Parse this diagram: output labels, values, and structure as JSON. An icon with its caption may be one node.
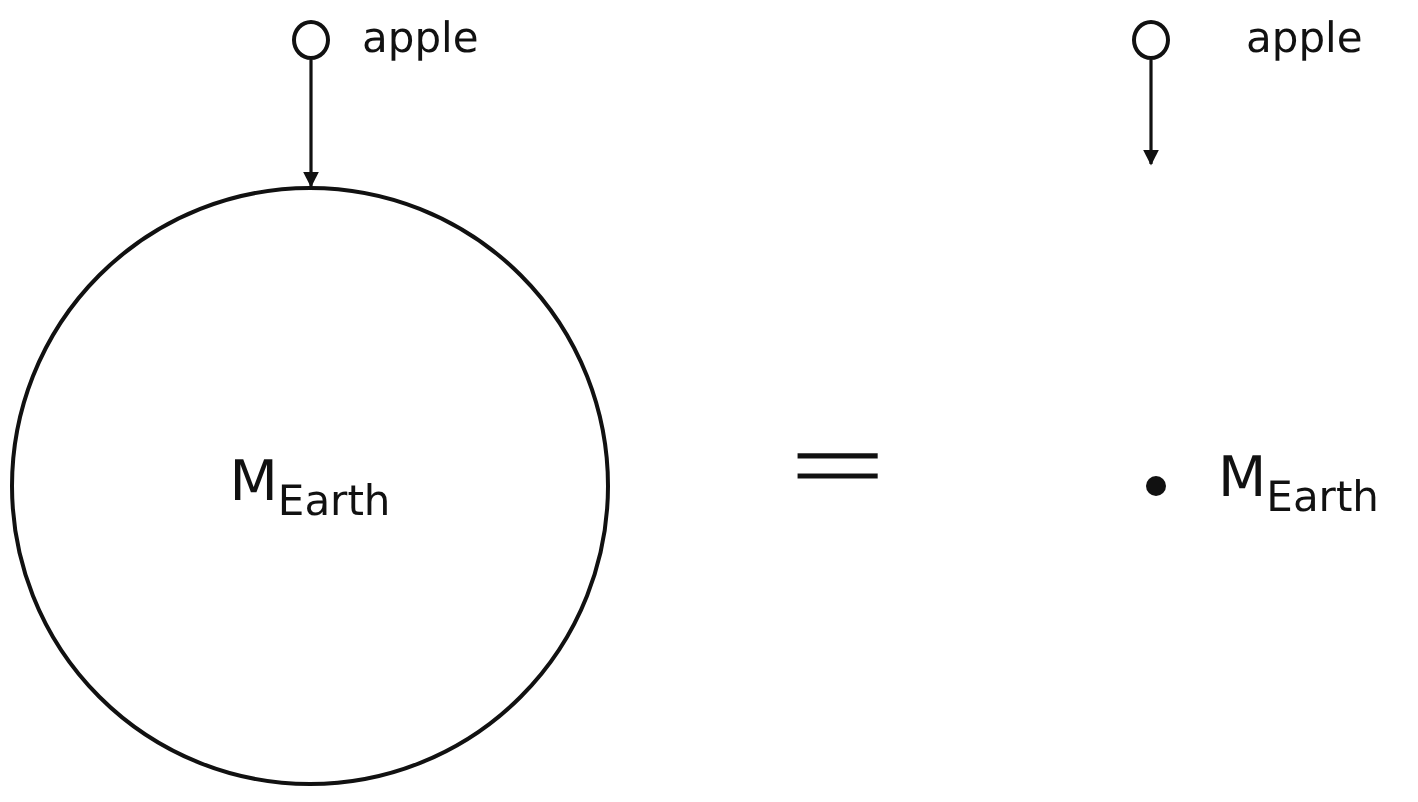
{
  "diagram": {
    "nodes": [
      {
        "text": [],
        "shape": "circle",
        "beside": [
          "apple"
        ]
      },
      {
        "text": [
          "M$_{Earth}$"
        ]
      },
      {
        "text": [],
        "shape": "circle",
        "beside": [
          "apple"
        ]
      },
      {
        "text": [],
        "shape": "circle",
        "beside": [
          "M$_{Earth}$"
        ]
      }
    ],
    "edges": [
      {
        "from": 0,
        "to": 1,
        "arrow": "to"
      },
      {
        "from": 2,
        "to": null,
        "arrow": "to"
      }
    ],
    "labels": [
      "="
    ]
  }
}
